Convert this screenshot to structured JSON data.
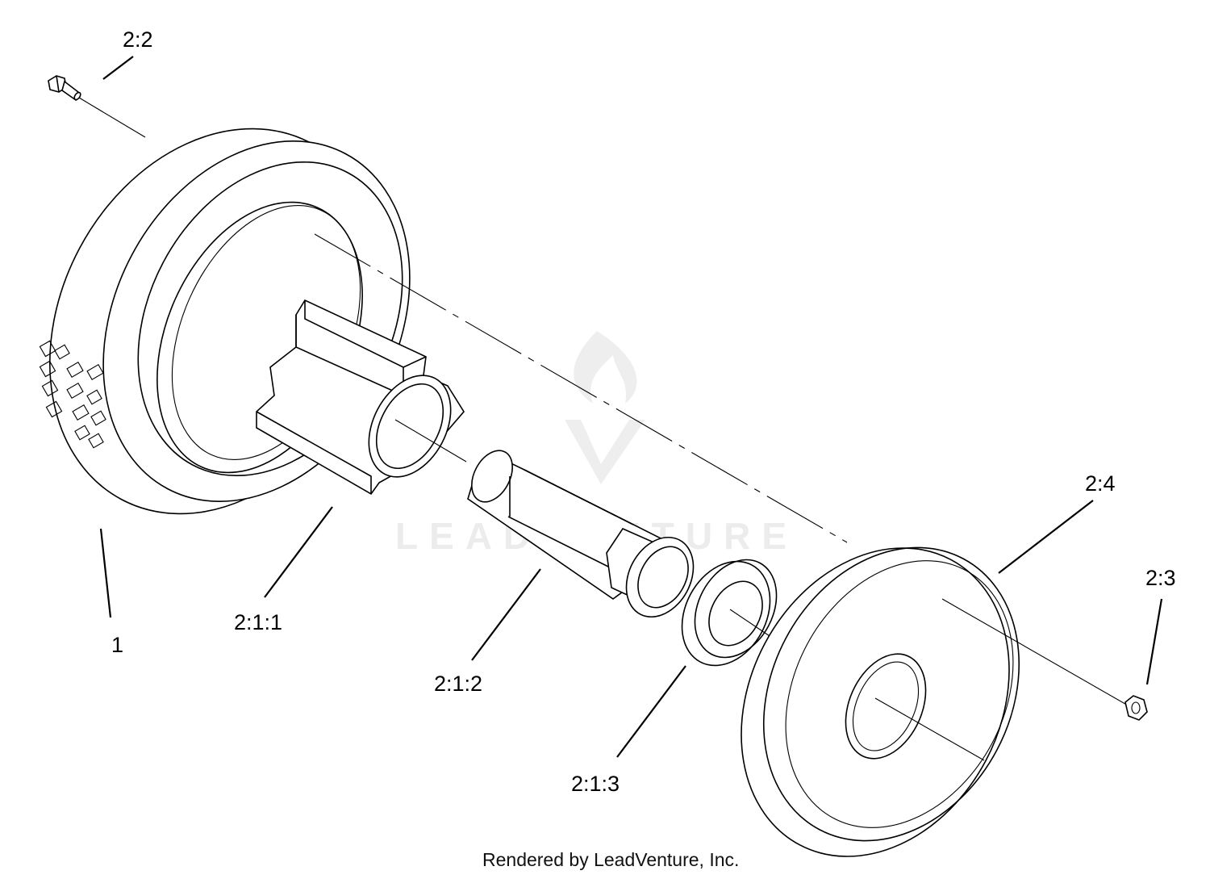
{
  "watermark": "LEADVENTURE",
  "footer": "Rendered by LeadVenture, Inc.",
  "callouts": [
    {
      "id": "2:2",
      "label": "2:2"
    },
    {
      "id": "1",
      "label": "1"
    },
    {
      "id": "2:1:1",
      "label": "2:1:1"
    },
    {
      "id": "2:1:2",
      "label": "2:1:2"
    },
    {
      "id": "2:1:3",
      "label": "2:1:3"
    },
    {
      "id": "2:4",
      "label": "2:4"
    },
    {
      "id": "2:3",
      "label": "2:3"
    }
  ]
}
